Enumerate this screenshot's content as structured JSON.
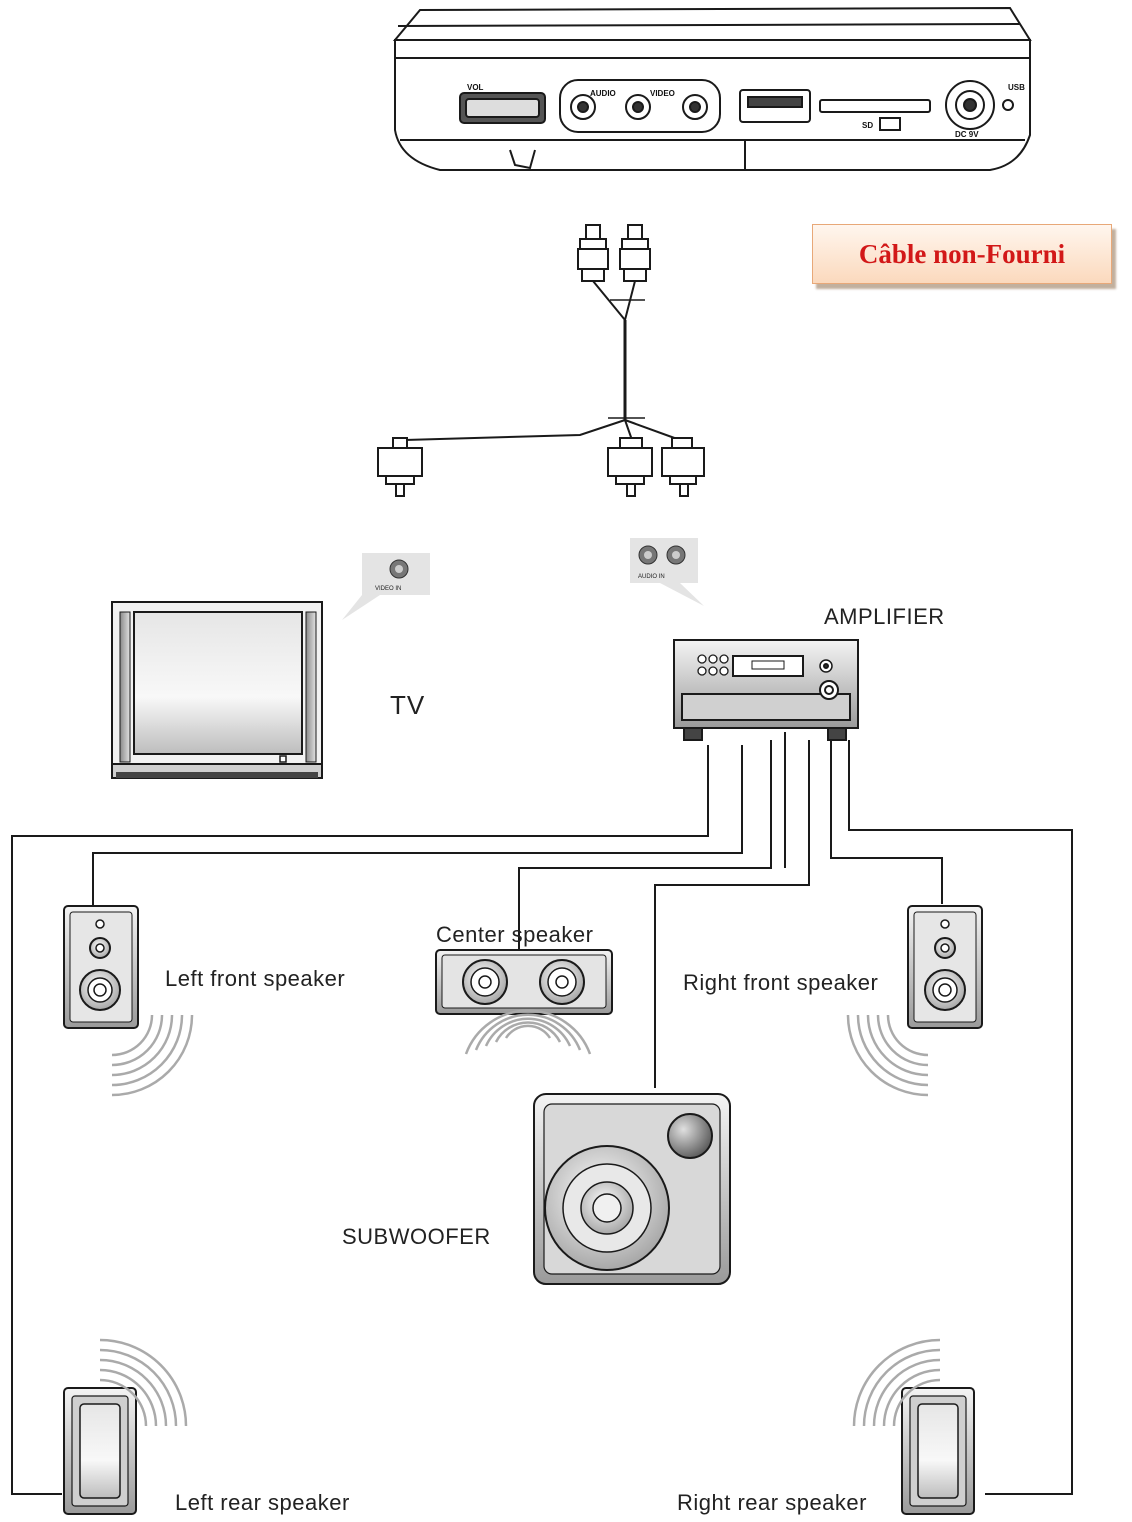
{
  "labels": {
    "cable_note": "Câble non-Fourni",
    "amplifier": "AMPLIFIER",
    "tv": "TV",
    "video_in": "VIDEO IN",
    "audio_in": "AUDIO IN",
    "center_speaker": "Center speaker",
    "left_front": "Left front speaker",
    "right_front": "Right front speaker",
    "subwoofer": "SUBWOOFER",
    "left_rear": "Left rear speaker",
    "right_rear": "Right rear speaker"
  },
  "device_ports": {
    "vol": "VOL",
    "audio": "AUDIO",
    "video": "VIDEO",
    "sd": "SD",
    "dc": "DC 9V",
    "usb": "USB"
  },
  "colors": {
    "line": "#1a1a1a",
    "note_text": "#d21818",
    "note_border": "#e8a878"
  }
}
